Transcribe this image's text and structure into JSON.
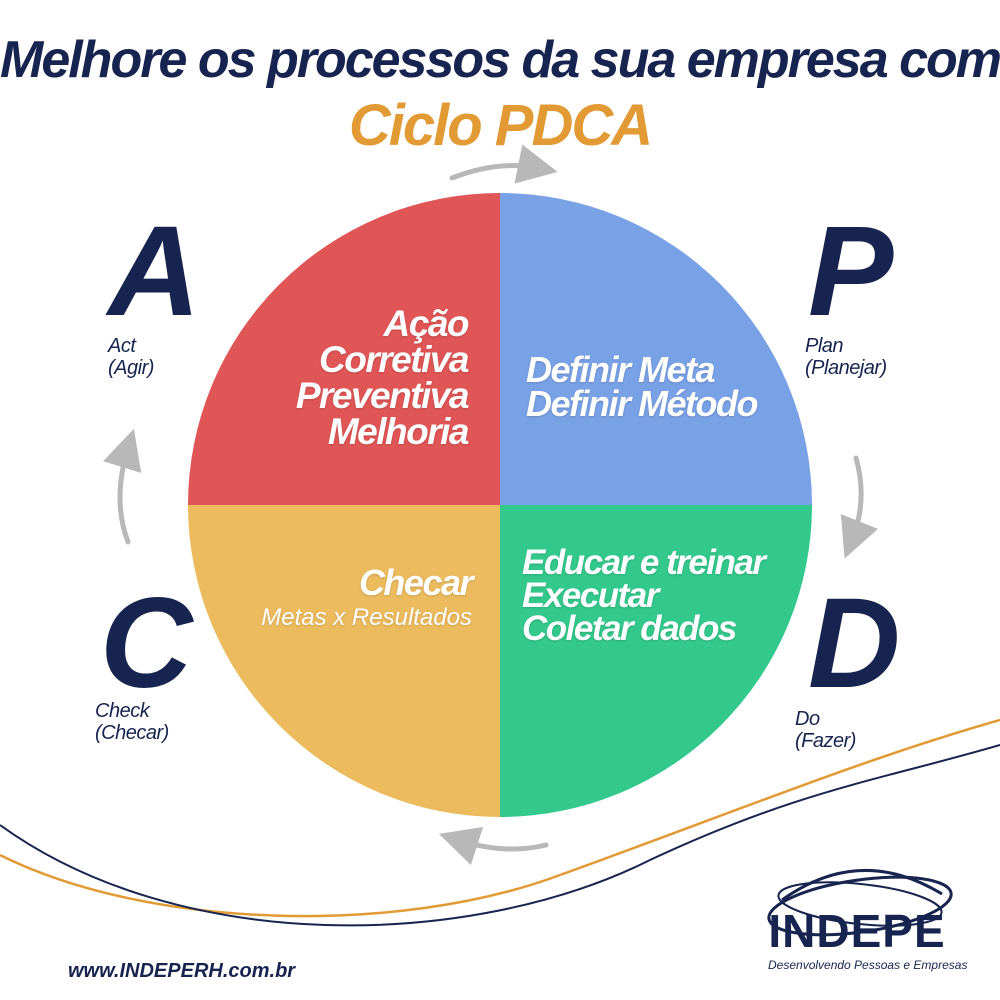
{
  "header": {
    "title_line1": "Melhore os processos da sua empresa com o",
    "title_line2": "Ciclo PDCA"
  },
  "colors": {
    "act": "#e05556",
    "plan": "#79a1e6",
    "do": "#33c98d",
    "check": "#ecbb5e",
    "navy": "#16244f",
    "accent": "#e29a34",
    "arrow": "#b8b8b8"
  },
  "phases": {
    "act": {
      "letter": "A",
      "name": "Act",
      "translation": "(Agir)"
    },
    "plan": {
      "letter": "P",
      "name": "Plan",
      "translation": "(Planejar)"
    },
    "do": {
      "letter": "D",
      "name": "Do",
      "translation": "(Fazer)"
    },
    "check": {
      "letter": "C",
      "name": "Check",
      "translation": "(Checar)"
    }
  },
  "quadrants": {
    "act": {
      "lines": [
        "Ação",
        "Corretiva",
        "Preventiva",
        "Melhoria"
      ]
    },
    "plan": {
      "lines": [
        "Definir Meta",
        "Definir Método"
      ]
    },
    "do": {
      "lines": [
        "Educar e treinar",
        "Executar",
        "Coletar dados"
      ]
    },
    "check": {
      "lines": [
        "Checar",
        "Metas x Resultados"
      ]
    }
  },
  "footer": {
    "website": "www.INDEPERH.com.br",
    "logo_name": "INDEPE",
    "logo_tagline": "Desenvolvendo Pessoas e Empresas"
  }
}
